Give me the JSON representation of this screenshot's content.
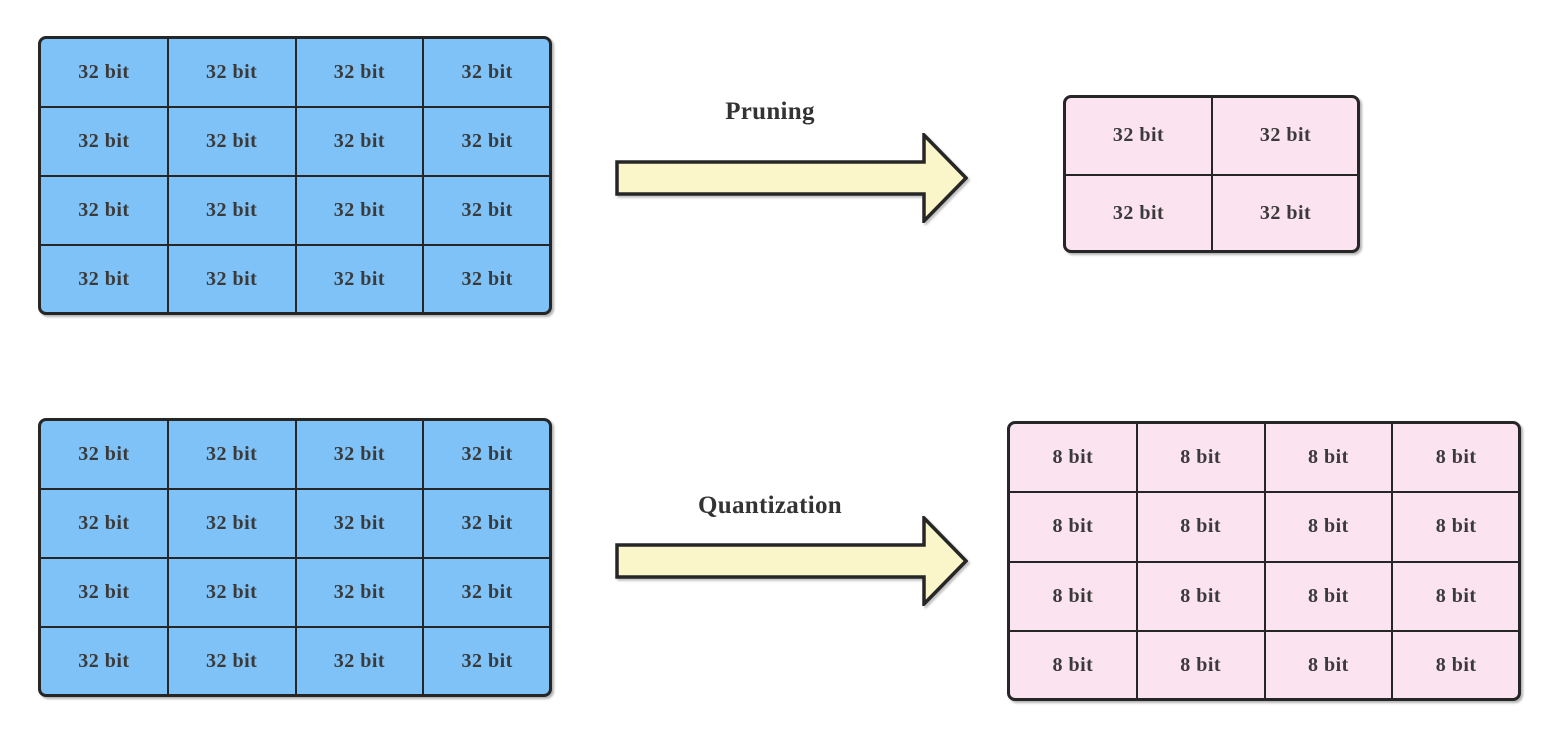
{
  "colors": {
    "matrix_blue": "#7ec2f8",
    "matrix_pink": "#fbe3f0",
    "arrow_yellow": "#faf6c9",
    "line": "#262626",
    "cell_text": "#3a3a3a",
    "label_text": "#333333"
  },
  "flows": {
    "pruning": {
      "label": "Pruning"
    },
    "quantization": {
      "label": "Quantization"
    }
  },
  "grids": {
    "top_source": {
      "rows": 4,
      "cols": 4,
      "fill": "#7ec2f8",
      "cells": [
        "32 bit",
        "32 bit",
        "32 bit",
        "32 bit",
        "32 bit",
        "32 bit",
        "32 bit",
        "32 bit",
        "32 bit",
        "32 bit",
        "32 bit",
        "32 bit",
        "32 bit",
        "32 bit",
        "32 bit",
        "32 bit"
      ]
    },
    "top_target": {
      "rows": 2,
      "cols": 2,
      "fill": "#fbe3f0",
      "cells": [
        "32 bit",
        "32 bit",
        "32 bit",
        "32 bit"
      ]
    },
    "bottom_source": {
      "rows": 4,
      "cols": 4,
      "fill": "#7ec2f8",
      "cells": [
        "32 bit",
        "32 bit",
        "32 bit",
        "32 bit",
        "32 bit",
        "32 bit",
        "32 bit",
        "32 bit",
        "32 bit",
        "32 bit",
        "32 bit",
        "32 bit",
        "32 bit",
        "32 bit",
        "32 bit",
        "32 bit"
      ]
    },
    "bottom_target": {
      "rows": 4,
      "cols": 4,
      "fill": "#fbe3f0",
      "cells": [
        "8 bit",
        "8 bit",
        "8 bit",
        "8 bit",
        "8 bit",
        "8 bit",
        "8 bit",
        "8 bit",
        "8 bit",
        "8 bit",
        "8 bit",
        "8 bit",
        "8 bit",
        "8 bit",
        "8 bit",
        "8 bit"
      ]
    }
  }
}
